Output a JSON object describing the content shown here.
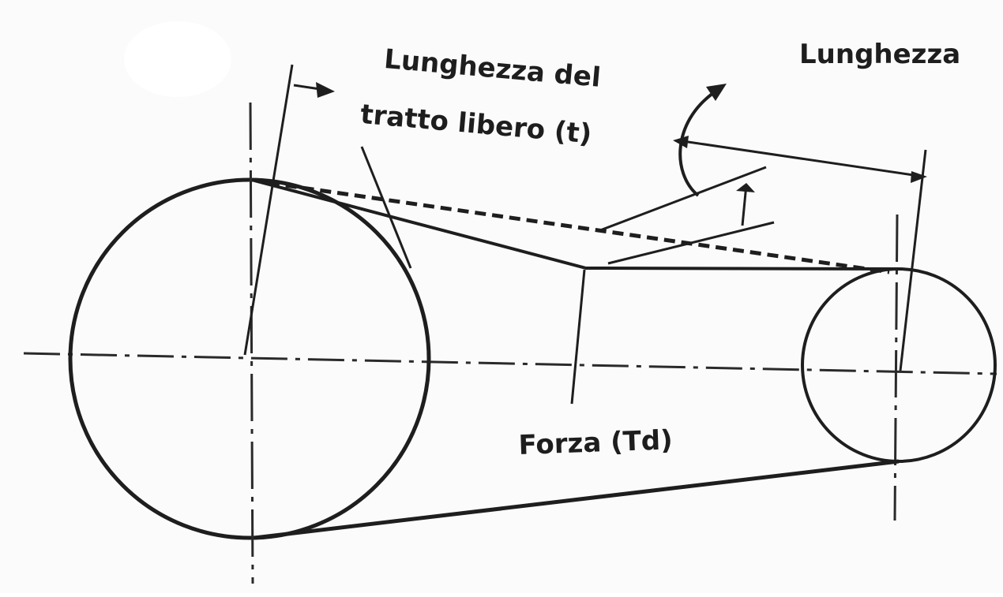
{
  "labels": {
    "free_span_line1": "Lunghezza del",
    "free_span_line2": "tratto libero (t)",
    "length": "Lunghezza",
    "force": "Forza (Td)"
  },
  "colors": {
    "ink": "#1e1e1e",
    "background": "#fbfbfb"
  }
}
